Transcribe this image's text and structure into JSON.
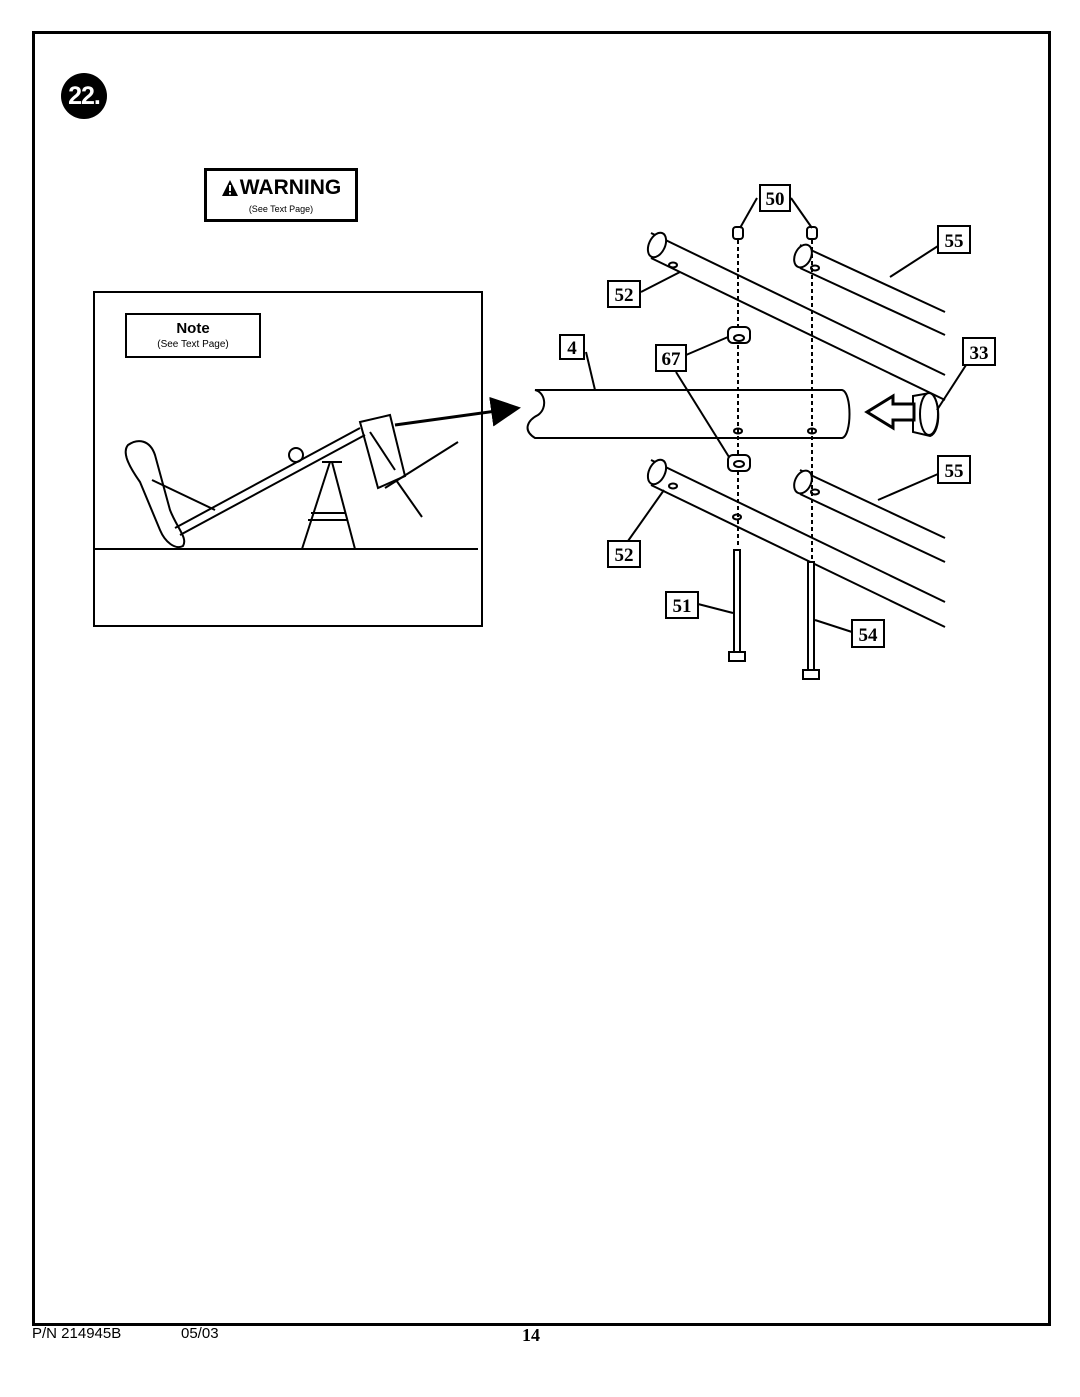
{
  "step": {
    "number": "22."
  },
  "warning": {
    "title": "WARNING",
    "subtitle": "(See Text Page)",
    "icon": "warning-triangle-icon"
  },
  "note": {
    "title": "Note",
    "subtitle": "(See Text Page)"
  },
  "callouts": {
    "c50": "50",
    "c55_top": "55",
    "c52_top": "52",
    "c4": "4",
    "c67": "67",
    "c33": "33",
    "c55_bottom": "55",
    "c52_bottom": "52",
    "c51": "51",
    "c54": "54"
  },
  "footer": {
    "part_number": "P/N 214945B",
    "date": "05/03",
    "page": "14"
  }
}
